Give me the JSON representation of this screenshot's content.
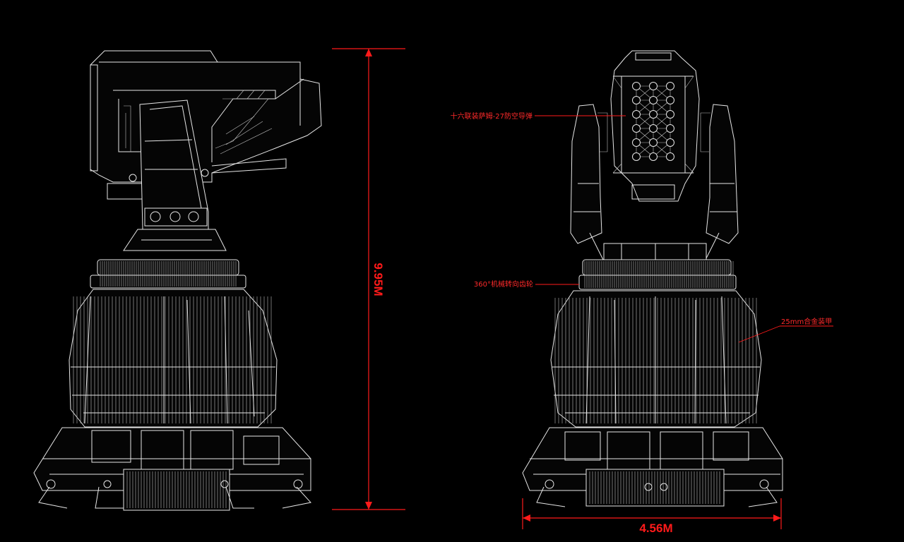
{
  "dimensions": {
    "height_label": "9.95M",
    "width_label": "4.56M"
  },
  "callouts": {
    "missiles": "十六联装萨姆-27防空导弹",
    "gear": "360°机械转向齿轮",
    "armor": "25mm合金装甲"
  },
  "colors": {
    "background": "#000000",
    "wireframe": "#e6e6e6",
    "annotation": "#ff1a1a"
  }
}
